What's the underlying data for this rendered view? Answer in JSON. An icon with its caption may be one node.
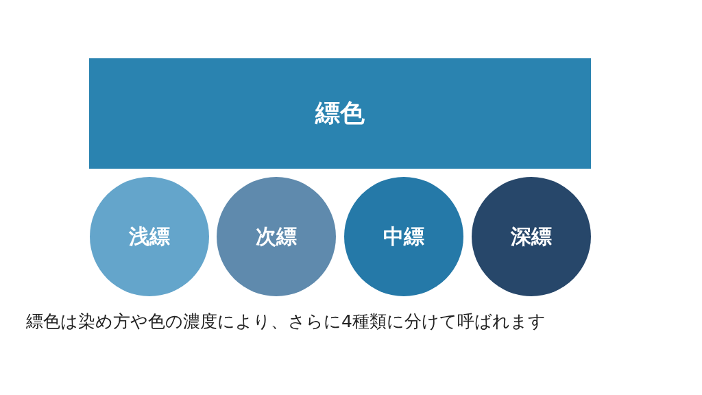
{
  "diagram": {
    "caption": "縹色は染め方や色の濃度により、さらに4種類に分けて呼ばれます",
    "nodes": [
      {
        "text": [
          "縹色"
        ]
      },
      {
        "text": [
          "浅縹"
        ]
      },
      {
        "text": [
          "次縹"
        ]
      },
      {
        "text": [
          "中縹"
        ]
      },
      {
        "text": [
          "深縹"
        ]
      }
    ]
  }
}
